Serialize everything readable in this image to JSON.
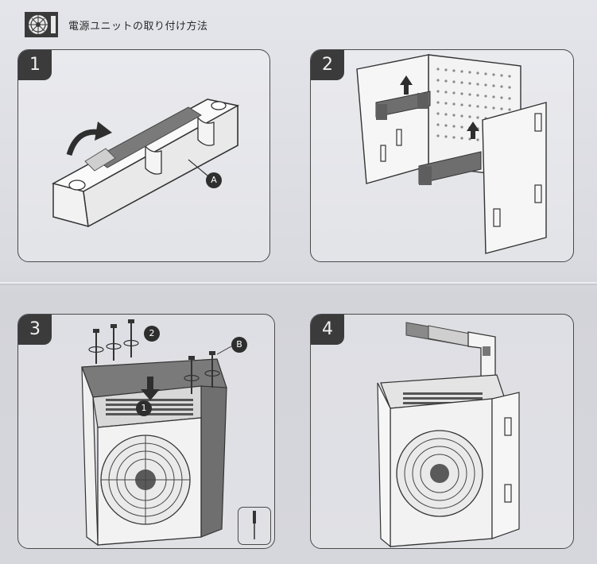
{
  "header": {
    "title": "電源ユニットの取り付け方法",
    "icon": "power-supply-icon"
  },
  "steps": [
    {
      "number": "1",
      "callouts": [
        "A"
      ]
    },
    {
      "number": "2",
      "callouts": []
    },
    {
      "number": "3",
      "callouts": [
        "2",
        "B",
        "1"
      ]
    },
    {
      "number": "4",
      "callouts": []
    }
  ],
  "colors": {
    "line": "#4a4a4a",
    "part": "#6d6d6d",
    "dark": "#3b3b3b"
  }
}
